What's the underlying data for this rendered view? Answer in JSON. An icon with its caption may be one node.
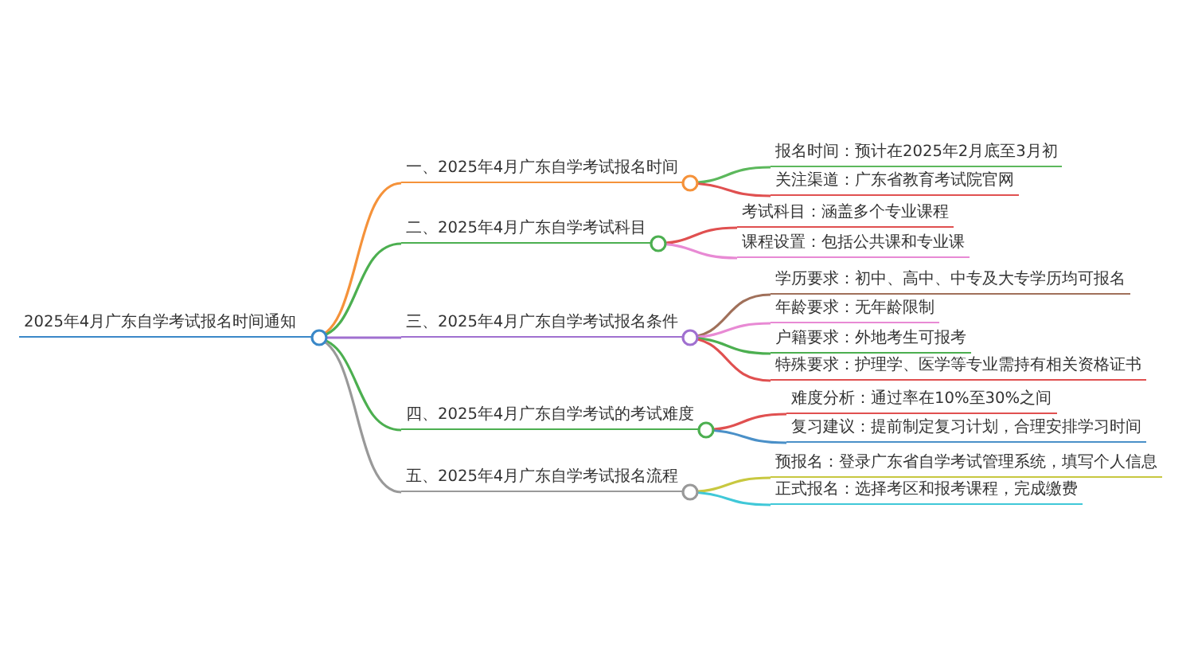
{
  "diagram": {
    "nodes": [
      {
        "text": [
          "2025年4月广东自学考试报名时间通知"
        ]
      },
      {
        "text": [
          "一、2025年4月广东自学考试报名时间"
        ]
      },
      {
        "text": [
          "二、2025年4月广东自学考试科目"
        ]
      },
      {
        "text": [
          "三、2025年4月广东自学考试报名条件"
        ]
      },
      {
        "text": [
          "四、2025年4月广东自学考试的考试难度"
        ]
      },
      {
        "text": [
          "五、2025年4月广东自学考试报名流程"
        ]
      },
      {
        "text": [
          "报名时间：预计在2025年2月底至3月初"
        ]
      },
      {
        "text": [
          "关注渠道：广东省教育考试院官网"
        ]
      },
      {
        "text": [
          "考试科目：涵盖多个专业课程"
        ]
      },
      {
        "text": [
          "课程设置：包括公共课和专业课"
        ]
      },
      {
        "text": [
          "学历要求：初中、高中、中专及大专学历均可报名"
        ]
      },
      {
        "text": [
          "年龄要求：无年龄限制"
        ]
      },
      {
        "text": [
          "户籍要求：外地考生可报考"
        ]
      },
      {
        "text": [
          "特殊要求：护理学、医学等专业需持有相关资格证书"
        ]
      },
      {
        "text": [
          "难度分析：通过率在10%至30%之间"
        ]
      },
      {
        "text": [
          "复习建议：提前制定复习计划，合理安排学习时间"
        ]
      },
      {
        "text": [
          "预报名：登录广东省自学考试管理系统，填写个人信息"
        ]
      },
      {
        "text": [
          "正式报名：选择考区和报考课程，完成缴费"
        ]
      }
    ],
    "edges": [
      {
        "from": 0,
        "to": 1,
        "arrow": "none",
        "color": "#f5923a"
      },
      {
        "from": 0,
        "to": 2,
        "arrow": "none",
        "color": "#4caf50"
      },
      {
        "from": 0,
        "to": 3,
        "arrow": "none",
        "color": "#a070d0"
      },
      {
        "from": 0,
        "to": 4,
        "arrow": "none",
        "color": "#4caf50"
      },
      {
        "from": 0,
        "to": 5,
        "arrow": "none",
        "color": "#999999"
      },
      {
        "from": 1,
        "to": 6,
        "arrow": "none",
        "color": "#5cb85c"
      },
      {
        "from": 1,
        "to": 7,
        "arrow": "none",
        "color": "#e05050"
      },
      {
        "from": 2,
        "to": 8,
        "arrow": "none",
        "color": "#e05050"
      },
      {
        "from": 2,
        "to": 9,
        "arrow": "none",
        "color": "#e88ad4"
      },
      {
        "from": 3,
        "to": 10,
        "arrow": "none",
        "color": "#a0705a"
      },
      {
        "from": 3,
        "to": 11,
        "arrow": "none",
        "color": "#e88ad4"
      },
      {
        "from": 3,
        "to": 12,
        "arrow": "none",
        "color": "#4caf50"
      },
      {
        "from": 3,
        "to": 13,
        "arrow": "none",
        "color": "#e05050"
      },
      {
        "from": 4,
        "to": 14,
        "arrow": "none",
        "color": "#e05050"
      },
      {
        "from": 4,
        "to": 15,
        "arrow": "none",
        "color": "#4a90c8"
      },
      {
        "from": 5,
        "to": 16,
        "arrow": "none",
        "color": "#c8c840"
      },
      {
        "from": 5,
        "to": 17,
        "arrow": "none",
        "color": "#40c8d8"
      }
    ]
  }
}
